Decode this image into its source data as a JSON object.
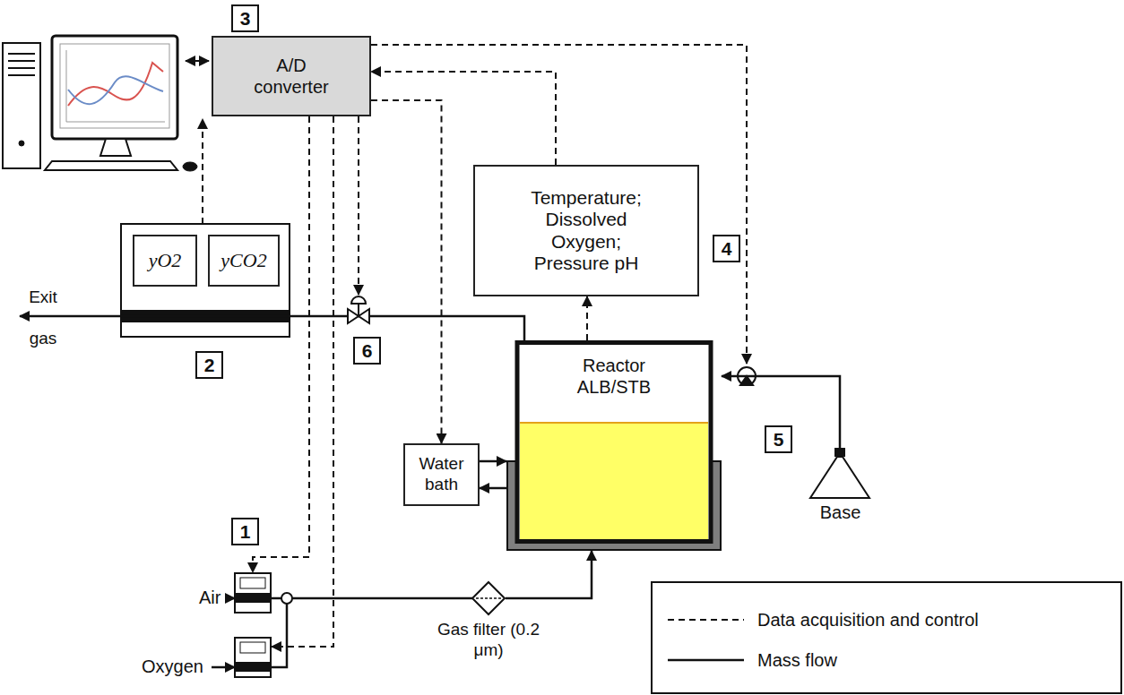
{
  "diagram": {
    "nodes": [
      {
        "text": [
          "A/D converter"
        ]
      },
      {
        "text": [
          "Temperature; Dissolved Oxygen; Pressure pH"
        ]
      },
      {
        "text": [
          "yO2"
        ]
      },
      {
        "text": [
          "yCO2"
        ]
      },
      {
        "text": [
          "Reactor ALB/STB"
        ]
      },
      {
        "text": [
          "Water bath"
        ]
      },
      {
        "text": [
          "Gas filter (0.2 μm)"
        ]
      },
      {
        "text": [
          "Base"
        ]
      }
    ],
    "edges": [
      {
        "from": 1,
        "to": 0,
        "arrow": "to"
      },
      {
        "from": 0,
        "to": 5,
        "arrow": "to"
      },
      {
        "from": 4,
        "to": 1,
        "arrow": "to"
      },
      {
        "from": 5,
        "to": 4,
        "arrow": "to"
      },
      {
        "from": 4,
        "to": 5,
        "arrow": "to"
      },
      {
        "from": 6,
        "to": 4,
        "arrow": "to"
      },
      {
        "from": 7,
        "to": 4,
        "arrow": "to"
      }
    ],
    "labels": [
      "3",
      "2",
      "6",
      "4",
      "5",
      "1",
      "Exit gas",
      "Air",
      "Oxygen"
    ],
    "legend": [
      {
        "text": "Data acquisition and control"
      },
      {
        "text": "Mass flow"
      }
    ]
  }
}
